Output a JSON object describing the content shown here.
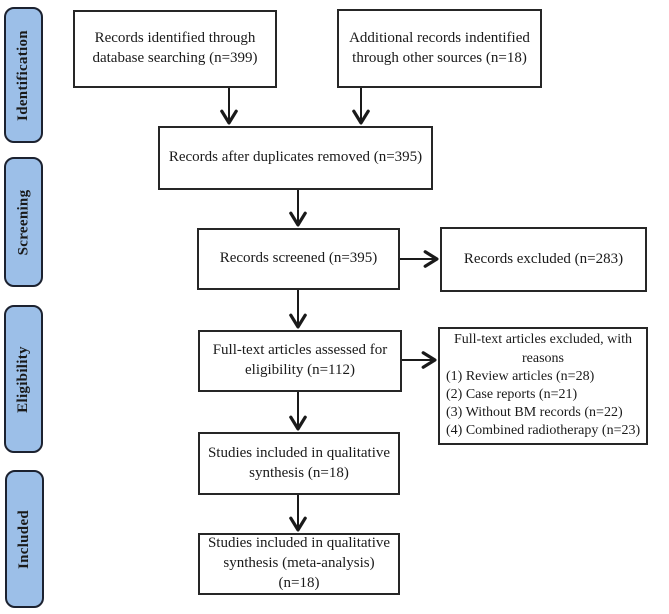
{
  "diagram": {
    "type": "prisma-flow",
    "colors": {
      "background": "#ffffff",
      "stage_fill": "#9cbfe8",
      "stage_border": "#1c2230",
      "box_border": "#262626",
      "arrow": "#1a1a1a",
      "text": "#1a1a1a"
    },
    "sidebar": {
      "labels": [
        {
          "label": "Identification"
        },
        {
          "label": "Screening"
        },
        {
          "label": "Eligibility"
        },
        {
          "label": "Included"
        }
      ]
    },
    "boxes": {
      "identified": {
        "lines": [
          "Records identified through",
          "database searching (n=399)"
        ]
      },
      "additional": {
        "lines": [
          "Additional records indentified",
          "through other sources (n=18)"
        ]
      },
      "duplicates_removed": {
        "lines": [
          "Records after duplicates removed (n=395)"
        ]
      },
      "screened": {
        "lines": [
          "Records screened (n=395)"
        ]
      },
      "excluded": {
        "lines": [
          "Records excluded (n=283)"
        ]
      },
      "fulltext_assessed": {
        "lines": [
          "Full-text articles assessed for",
          "eligibility (n=112)"
        ]
      },
      "fulltext_excluded": {
        "title_lines": [
          "Full-text articles excluded, with",
          "reasons"
        ],
        "reasons": [
          "(1) Review articles (n=28)",
          "(2) Case reports (n=21)",
          "(3) Without BM records (n=22)",
          "(4) Combined radiotherapy (n=23)"
        ]
      },
      "qualitative_synthesis": {
        "lines": [
          "Studies included in qualitative",
          "synthesis (n=18)"
        ]
      },
      "meta_analysis": {
        "lines": [
          "Studies included in qualitative",
          "synthesis (meta-analysis)",
          "(n=18)"
        ]
      }
    }
  }
}
